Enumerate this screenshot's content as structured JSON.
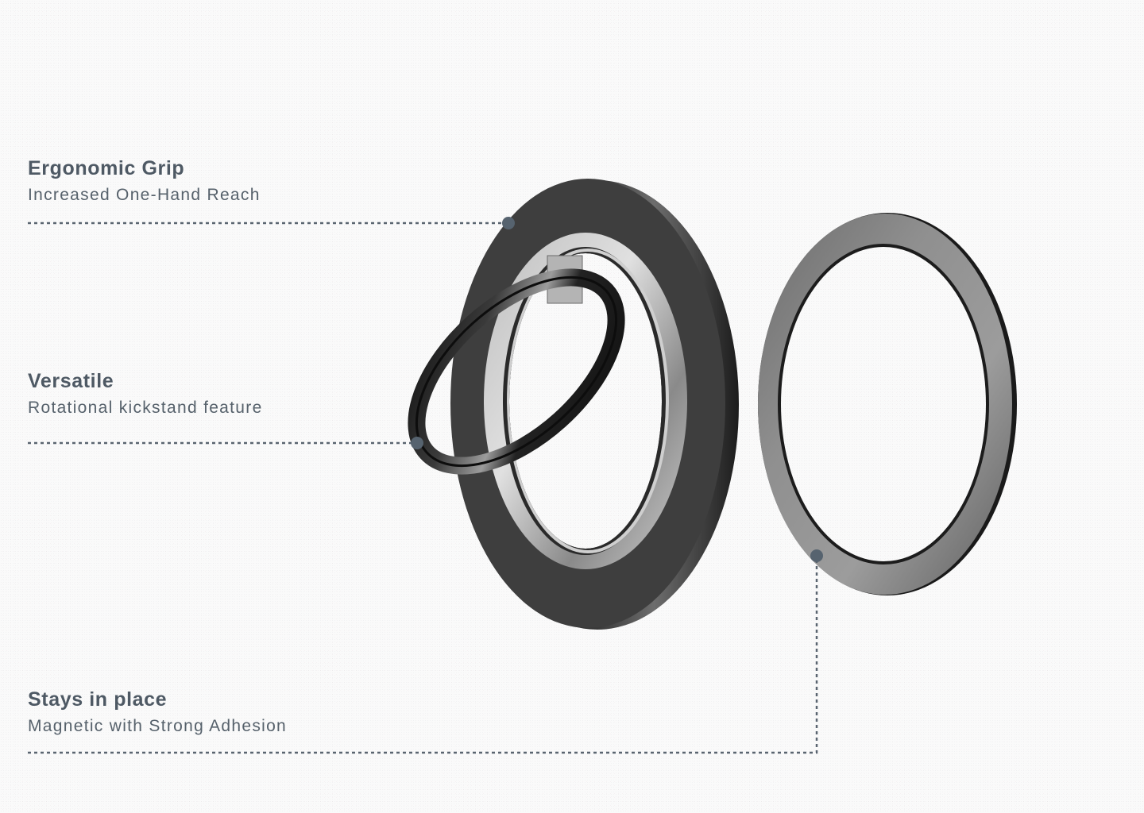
{
  "colors": {
    "background": "#fafafa",
    "label_text": "#4e5964",
    "leader_line": "#5a6570",
    "callout_dot": "#56636f",
    "ring_dark": "#3c3c3c",
    "plate_silver": "#9a9a9a"
  },
  "callouts": [
    {
      "title": "Ergonomic Grip",
      "subtitle": "Increased One-Hand Reach",
      "points_to": "magnetic-ring-holder-face"
    },
    {
      "title": "Versatile",
      "subtitle": "Rotational kickstand feature",
      "points_to": "rotating-finger-ring"
    },
    {
      "title": "Stays in place",
      "subtitle": "Magnetic with Strong Adhesion",
      "points_to": "metal-adhesive-plate"
    }
  ],
  "product": {
    "parts": [
      "magnetic-ring-holder",
      "rotating-finger-ring",
      "metal-adhesive-plate"
    ]
  }
}
